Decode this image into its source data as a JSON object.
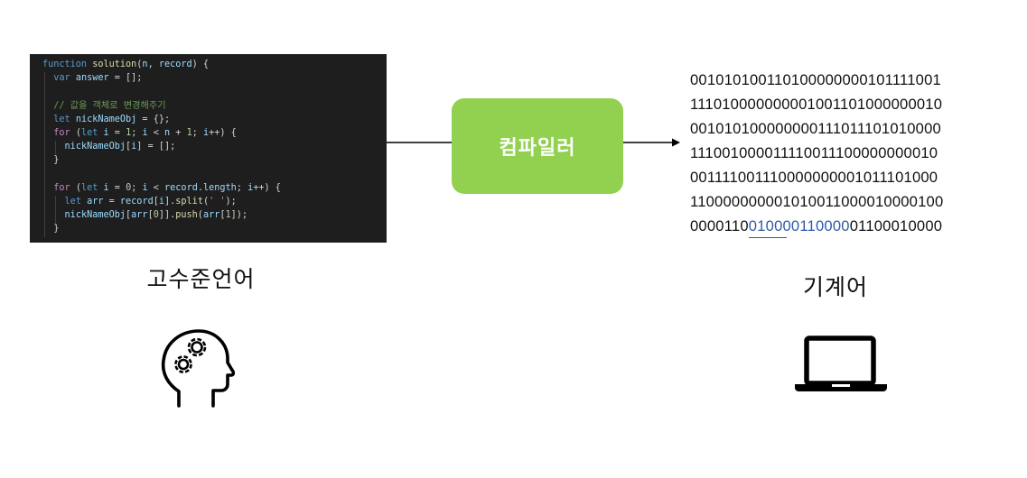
{
  "code": {
    "lines": [
      [
        {
          "t": "function ",
          "c": "kw"
        },
        {
          "t": "solution",
          "c": "fn"
        },
        {
          "t": "(",
          "c": ""
        },
        {
          "t": "n",
          "c": "var"
        },
        {
          "t": ", ",
          "c": ""
        },
        {
          "t": "record",
          "c": "var"
        },
        {
          "t": ") {",
          "c": ""
        }
      ],
      [
        {
          "t": "  ",
          "c": ""
        },
        {
          "t": "var ",
          "c": "kw"
        },
        {
          "t": "answer",
          "c": "var"
        },
        {
          "t": " = [];",
          "c": ""
        }
      ],
      [
        {
          "t": "",
          "c": ""
        }
      ],
      [
        {
          "t": "  ",
          "c": ""
        },
        {
          "t": "// 값을 객체로 변경해주기",
          "c": "cmt"
        }
      ],
      [
        {
          "t": "  ",
          "c": ""
        },
        {
          "t": "let ",
          "c": "kw"
        },
        {
          "t": "nickNameObj",
          "c": "var"
        },
        {
          "t": " = {};",
          "c": ""
        }
      ],
      [
        {
          "t": "  ",
          "c": ""
        },
        {
          "t": "for ",
          "c": "kw2"
        },
        {
          "t": "(",
          "c": ""
        },
        {
          "t": "let ",
          "c": "kw"
        },
        {
          "t": "i",
          "c": "var"
        },
        {
          "t": " = ",
          "c": ""
        },
        {
          "t": "1",
          "c": "num"
        },
        {
          "t": "; ",
          "c": ""
        },
        {
          "t": "i",
          "c": "var"
        },
        {
          "t": " < ",
          "c": ""
        },
        {
          "t": "n",
          "c": "var"
        },
        {
          "t": " + ",
          "c": ""
        },
        {
          "t": "1",
          "c": "num"
        },
        {
          "t": "; ",
          "c": ""
        },
        {
          "t": "i",
          "c": "var"
        },
        {
          "t": "++) {",
          "c": ""
        }
      ],
      [
        {
          "t": "    ",
          "c": ""
        },
        {
          "t": "nickNameObj",
          "c": "var"
        },
        {
          "t": "[",
          "c": ""
        },
        {
          "t": "i",
          "c": "var"
        },
        {
          "t": "] = [];",
          "c": ""
        }
      ],
      [
        {
          "t": "  }",
          "c": ""
        }
      ],
      [
        {
          "t": "",
          "c": ""
        }
      ],
      [
        {
          "t": "  ",
          "c": ""
        },
        {
          "t": "for ",
          "c": "kw2"
        },
        {
          "t": "(",
          "c": ""
        },
        {
          "t": "let ",
          "c": "kw"
        },
        {
          "t": "i",
          "c": "var"
        },
        {
          "t": " = ",
          "c": ""
        },
        {
          "t": "0",
          "c": "num"
        },
        {
          "t": "; ",
          "c": ""
        },
        {
          "t": "i",
          "c": "var"
        },
        {
          "t": " < ",
          "c": ""
        },
        {
          "t": "record",
          "c": "var"
        },
        {
          "t": ".",
          "c": ""
        },
        {
          "t": "length",
          "c": "var"
        },
        {
          "t": "; ",
          "c": ""
        },
        {
          "t": "i",
          "c": "var"
        },
        {
          "t": "++) {",
          "c": ""
        }
      ],
      [
        {
          "t": "    ",
          "c": ""
        },
        {
          "t": "let ",
          "c": "kw"
        },
        {
          "t": "arr",
          "c": "var"
        },
        {
          "t": " = ",
          "c": ""
        },
        {
          "t": "record",
          "c": "var"
        },
        {
          "t": "[",
          "c": ""
        },
        {
          "t": "i",
          "c": "var"
        },
        {
          "t": "].",
          "c": ""
        },
        {
          "t": "split",
          "c": "fn"
        },
        {
          "t": "(",
          "c": ""
        },
        {
          "t": "' '",
          "c": "str"
        },
        {
          "t": ");",
          "c": ""
        }
      ],
      [
        {
          "t": "    ",
          "c": ""
        },
        {
          "t": "nickNameObj",
          "c": "var"
        },
        {
          "t": "[",
          "c": ""
        },
        {
          "t": "arr",
          "c": "var"
        },
        {
          "t": "[",
          "c": ""
        },
        {
          "t": "0",
          "c": "num"
        },
        {
          "t": "]].",
          "c": ""
        },
        {
          "t": "push",
          "c": "fn"
        },
        {
          "t": "(",
          "c": ""
        },
        {
          "t": "arr",
          "c": "var"
        },
        {
          "t": "[",
          "c": ""
        },
        {
          "t": "1",
          "c": "num"
        },
        {
          "t": "]);",
          "c": ""
        }
      ],
      [
        {
          "t": "  }",
          "c": ""
        }
      ]
    ]
  },
  "labels": {
    "source": "고수준언어",
    "compiler": "컴파일러",
    "target": "기계어"
  },
  "binary": {
    "lines": [
      "001010100110100000000101111001",
      "111010000000001001101000000010",
      "001010100000000111011101010000",
      "111001000011110011100000000010",
      "001111001110000000001011101000",
      "110000000001010011000010000100",
      "000011001000011000001100010000"
    ],
    "highlight": {
      "line": 6,
      "start": 7,
      "end": 19
    }
  },
  "icons": {
    "head": "head-gears-icon",
    "laptop": "laptop-icon"
  },
  "colors": {
    "compiler_box": "#92d050",
    "code_background": "#1e1e1e",
    "binary_highlight": "#2e5aa8"
  }
}
